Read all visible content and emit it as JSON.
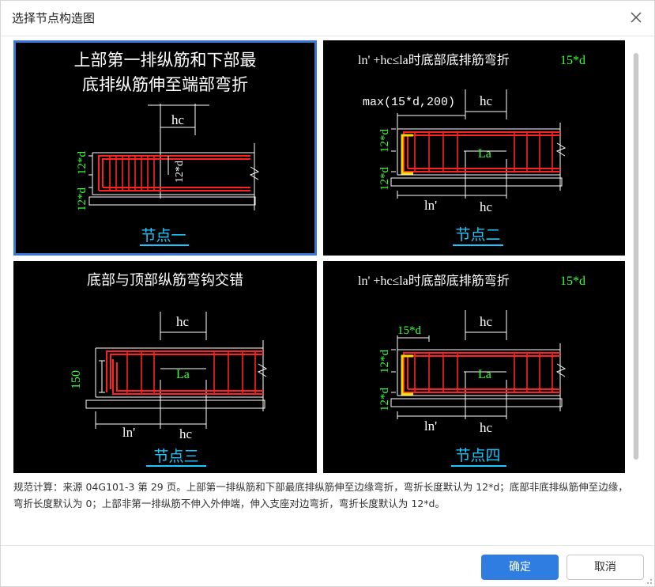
{
  "dialog": {
    "title": "选择节点构造图",
    "ok_label": "确定",
    "cancel_label": "取消"
  },
  "panels": [
    {
      "title_line1": "上部第一排纵筋和下部最",
      "title_line2": "底排纵筋伸至端部弯折",
      "label_hc": "hc",
      "label_12d_a": "12*d",
      "label_12d_b": "12*d",
      "label_12d_c": "12*d",
      "caption": "节点一"
    },
    {
      "title": "ln' +hc≤la时底部底排筋弯折",
      "title_green": "15*d",
      "label_max": "max(15*d,200)",
      "label_hc_top": "hc",
      "label_12d_a": "12*d",
      "label_12d_b": "12*d",
      "label_la": "La",
      "label_ln": "ln'",
      "label_hc_bottom": "hc",
      "caption": "节点二"
    },
    {
      "title": "底部与顶部纵筋弯钩交错",
      "label_hc_top": "hc",
      "label_150": "150",
      "label_la": "La",
      "label_ln": "ln'",
      "label_hc_bottom": "hc",
      "caption": "节点三"
    },
    {
      "title": "ln' +hc≤la时底部底排筋弯折",
      "title_green": "15*d",
      "label_15d": "15*d",
      "label_hc_top": "hc",
      "label_12d_a": "12*d",
      "label_12d_b": "12*d",
      "label_la": "La",
      "label_ln": "ln'",
      "label_hc_bottom": "hc",
      "caption": "节点四"
    }
  ],
  "description": "规范计算：来源 04G101-3 第 29 页。上部第一排纵筋和下部最底排纵筋伸至边缘弯折，弯折长度默认为 12*d；底部非底排纵筋伸至边缘，弯折长度默认为 0；上部非第一排纵筋不伸入外伸端，伸入支座对边弯折，弯折长度默认为 12*d。",
  "colors": {
    "accent": "#2f7de1",
    "rebar": "#ff2020",
    "dim_green": "#3cff3c",
    "caption_cyan": "#19c8ff",
    "hook_yellow": "#ffd800"
  }
}
